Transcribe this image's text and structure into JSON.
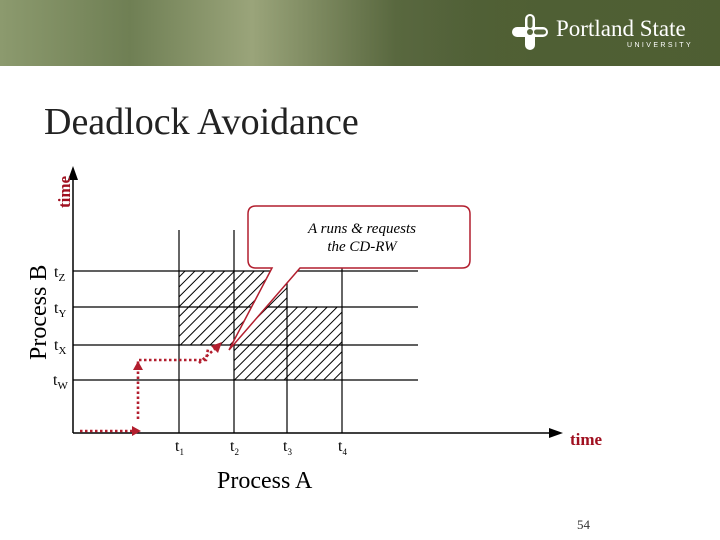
{
  "header": {
    "university_name": "Portland State",
    "university_sub": "UNIVERSITY"
  },
  "slide": {
    "title": "Deadlock Avoidance",
    "page_number": "54"
  },
  "diagram": {
    "x_axis_label": "time",
    "y_axis_label": "time",
    "x_process_label": "Process A",
    "y_process_label": "Process B",
    "x_ticks": [
      {
        "base": "t",
        "sub": "1"
      },
      {
        "base": "t",
        "sub": "2"
      },
      {
        "base": "t",
        "sub": "3"
      },
      {
        "base": "t",
        "sub": "4"
      }
    ],
    "y_ticks": [
      {
        "base": "t",
        "sub": "Z"
      },
      {
        "base": "t",
        "sub": "Y"
      },
      {
        "base": "t",
        "sub": "X"
      },
      {
        "base": "t",
        "sub": "W"
      }
    ],
    "callout_line1": "A runs & requests",
    "callout_line2": "the CD-RW"
  },
  "colors": {
    "axis": "#000000",
    "path": "#b21e2e",
    "callout_border": "#b21e2e",
    "label_red": "#a01020"
  }
}
